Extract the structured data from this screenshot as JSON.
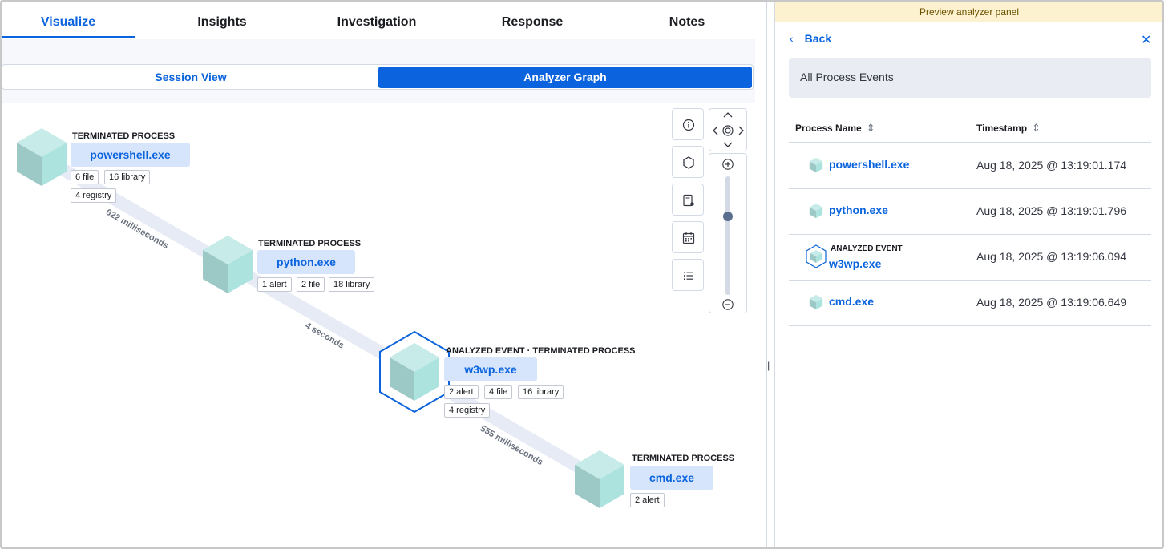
{
  "tabs": [
    "Visualize",
    "Insights",
    "Investigation",
    "Response",
    "Notes"
  ],
  "view_switch": {
    "session": "Session View",
    "graph": "Analyzer Graph"
  },
  "graph": {
    "nodes": [
      {
        "type": "TERMINATED PROCESS",
        "name": "powershell.exe",
        "badges": [
          "6 file",
          "16 library",
          "4 registry"
        ]
      },
      {
        "type": "TERMINATED PROCESS",
        "name": "python.exe",
        "badges": [
          "1 alert",
          "2 file",
          "18 library"
        ]
      },
      {
        "type": "ANALYZED EVENT · TERMINATED PROCESS",
        "name": "w3wp.exe",
        "badges": [
          "2 alert",
          "4 file",
          "16 library",
          "4 registry"
        ]
      },
      {
        "type": "TERMINATED PROCESS",
        "name": "cmd.exe",
        "badges": [
          "2 alert"
        ]
      }
    ],
    "edges": [
      "622 milliseconds",
      "4 seconds",
      "555 milliseconds"
    ]
  },
  "panel": {
    "banner": "Preview analyzer panel",
    "back": "Back",
    "callout": "All Process Events",
    "columns": [
      "Process Name",
      "Timestamp"
    ],
    "rows": [
      {
        "name": "powershell.exe",
        "sub": "",
        "ts": "Aug 18, 2025 @ 13:19:01.174"
      },
      {
        "name": "python.exe",
        "sub": "",
        "ts": "Aug 18, 2025 @ 13:19:01.796"
      },
      {
        "name": "w3wp.exe",
        "sub": "ANALYZED EVENT",
        "ts": "Aug 18, 2025 @ 13:19:06.094"
      },
      {
        "name": "cmd.exe",
        "sub": "",
        "ts": "Aug 18, 2025 @ 13:19:06.649"
      }
    ]
  },
  "colors": {
    "accent": "#0b64dd",
    "node_cube": "#a9dcd8",
    "edge": "#e6ebf5",
    "banner": "#fcf2cf"
  },
  "icons": [
    "info-icon",
    "hexagon-icon",
    "sourcerer-icon",
    "calendar-icon",
    "list-icon",
    "arrow-up-icon",
    "arrow-down-icon",
    "arrow-left-icon",
    "arrow-right-icon",
    "center-icon",
    "zoom-in-icon",
    "zoom-out-icon",
    "chevron-left-icon",
    "close-icon",
    "sort-icon",
    "process-cube-icon"
  ]
}
